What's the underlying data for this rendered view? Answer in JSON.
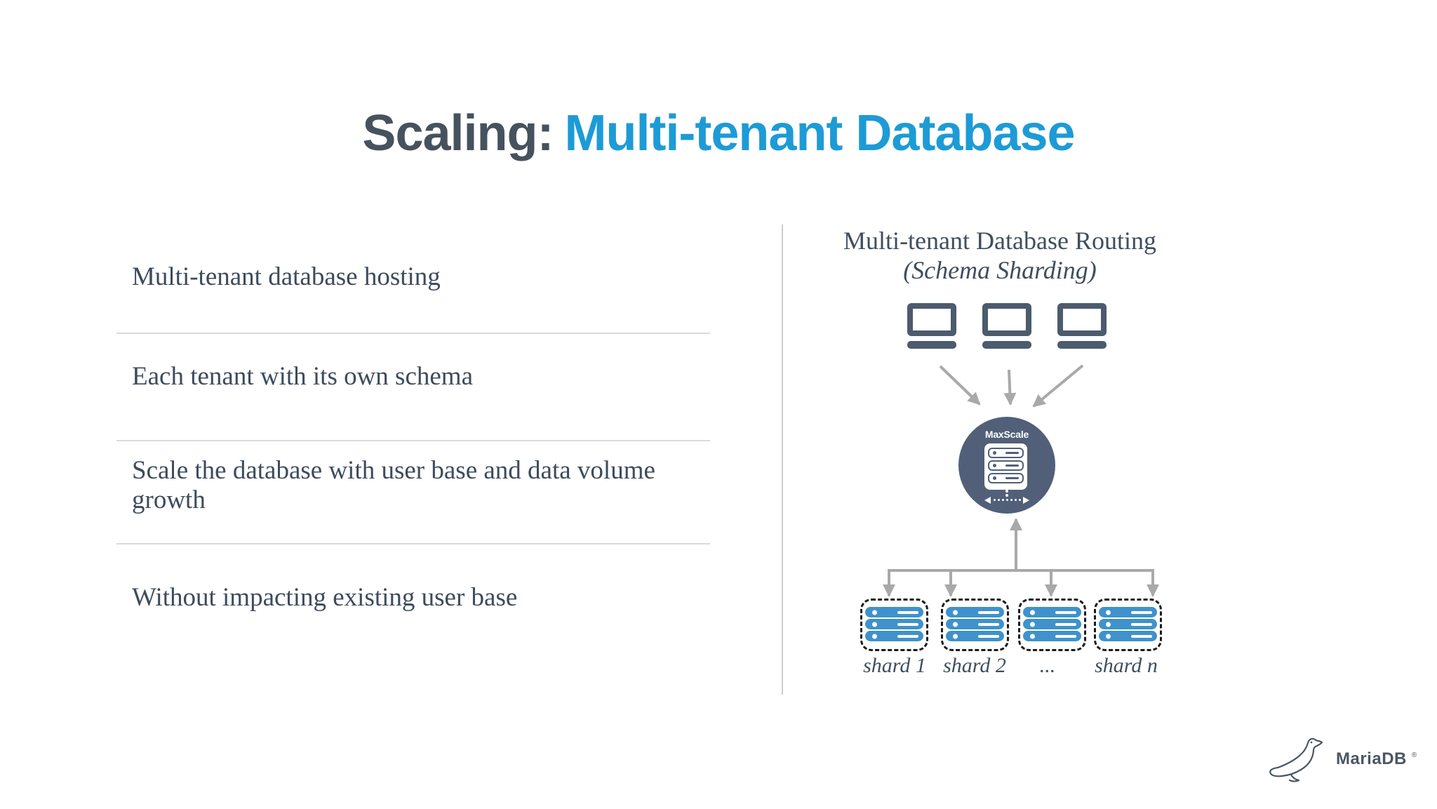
{
  "title": {
    "prefix": "Scaling:",
    "highlight": "Multi-tenant Database"
  },
  "bullets": {
    "items": [
      "Multi-tenant database hosting",
      "Each tenant with its own schema",
      "Scale the database with user base and data volume growth",
      "Without impacting existing user base"
    ]
  },
  "diagram": {
    "heading_line1": "Multi-tenant Database Routing",
    "heading_line2": "(Schema Sharding)",
    "router_label": "MaxScale",
    "shards": [
      {
        "label": "shard 1"
      },
      {
        "label": "shard 2"
      },
      {
        "label": "..."
      },
      {
        "label": "shard n"
      }
    ]
  },
  "footer": {
    "brand": "MariaDB",
    "registered": "®"
  },
  "icons": {
    "client-icon": "laptop-outline",
    "router-icon": "server-stack-in-circle",
    "shard-icon": "blue-server-stack-dashed-box",
    "brand-icon": "sea-lion-line-art"
  },
  "colors": {
    "accent_blue": "#1d9bd6",
    "title_dark": "#47525f",
    "serif_text": "#3d4b5c",
    "icon_slate": "#4c5b6d",
    "router_circle": "#516078",
    "shard_blue": "#3f92cb",
    "arrow_gray": "#a9a9a9",
    "rule_gray": "#dadada"
  }
}
